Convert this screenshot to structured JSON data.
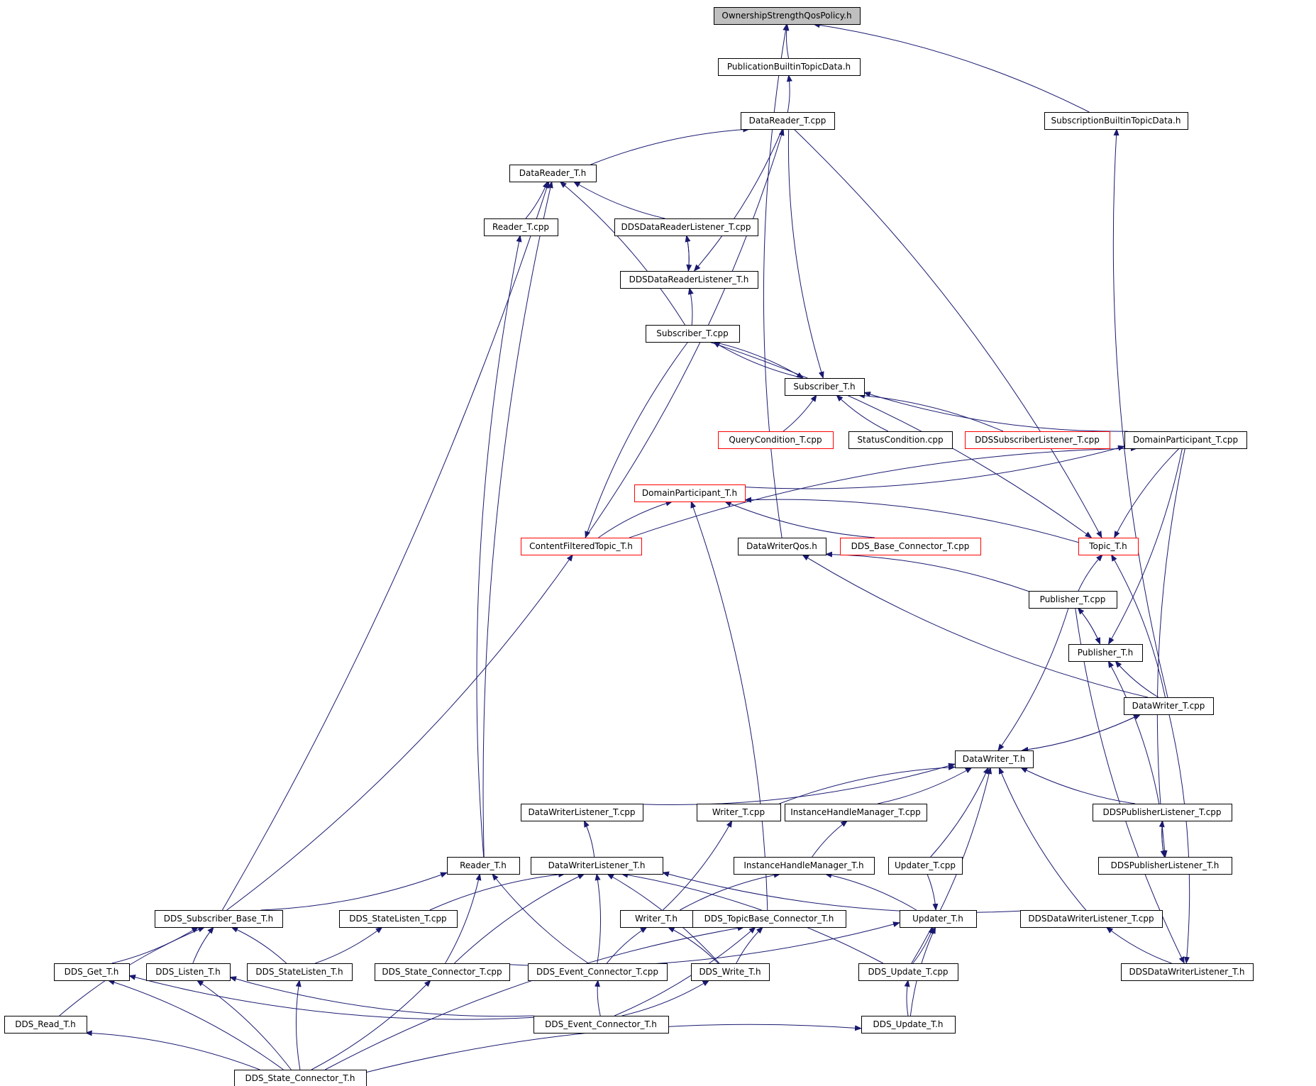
{
  "diagram": {
    "type": "include-dependency-graph",
    "colors": {
      "edge": "#191970",
      "root_fill": "#bfbfbf",
      "node_border": "#000000",
      "truncated_border": "#ff0000"
    },
    "nodes": [
      {
        "id": "oq",
        "label": "OwnershipStrengthQosPolicy.h",
        "style": "root"
      },
      {
        "id": "pb",
        "label": "PublicationBuiltinTopicData.h",
        "style": "normal"
      },
      {
        "id": "drc",
        "label": "DataReader_T.cpp",
        "style": "normal"
      },
      {
        "id": "sb",
        "label": "SubscriptionBuiltinTopicData.h",
        "style": "normal"
      },
      {
        "id": "drh",
        "label": "DataReader_T.h",
        "style": "normal"
      },
      {
        "id": "rc",
        "label": "Reader_T.cpp",
        "style": "normal"
      },
      {
        "id": "ddrlc",
        "label": "DDSDataReaderListener_T.cpp",
        "style": "normal"
      },
      {
        "id": "ddrlh",
        "label": "DDSDataReaderListener_T.h",
        "style": "normal"
      },
      {
        "id": "sc",
        "label": "Subscriber_T.cpp",
        "style": "normal"
      },
      {
        "id": "sh",
        "label": "Subscriber_T.h",
        "style": "normal"
      },
      {
        "id": "qc",
        "label": "QueryCondition_T.cpp",
        "style": "red"
      },
      {
        "id": "stc",
        "label": "StatusCondition.cpp",
        "style": "normal"
      },
      {
        "id": "dsl",
        "label": "DDSSubscriberListener_T.cpp",
        "style": "red"
      },
      {
        "id": "dpc",
        "label": "DomainParticipant_T.cpp",
        "style": "normal"
      },
      {
        "id": "dph",
        "label": "DomainParticipant_T.h",
        "style": "red"
      },
      {
        "id": "cft",
        "label": "ContentFilteredTopic_T.h",
        "style": "red"
      },
      {
        "id": "dwq",
        "label": "DataWriterQos.h",
        "style": "normal"
      },
      {
        "id": "dbc",
        "label": "DDS_Base_Connector_T.cpp",
        "style": "red"
      },
      {
        "id": "th",
        "label": "Topic_T.h",
        "style": "red"
      },
      {
        "id": "pc",
        "label": "Publisher_T.cpp",
        "style": "normal"
      },
      {
        "id": "ph",
        "label": "Publisher_T.h",
        "style": "normal"
      },
      {
        "id": "dwc",
        "label": "DataWriter_T.cpp",
        "style": "normal"
      },
      {
        "id": "dwh",
        "label": "DataWriter_T.h",
        "style": "normal"
      },
      {
        "id": "dwlc",
        "label": "DataWriterListener_T.cpp",
        "style": "normal"
      },
      {
        "id": "wc",
        "label": "Writer_T.cpp",
        "style": "normal"
      },
      {
        "id": "ihmc",
        "label": "InstanceHandleManager_T.cpp",
        "style": "normal"
      },
      {
        "id": "dplc",
        "label": "DDSPublisherListener_T.cpp",
        "style": "normal"
      },
      {
        "id": "rh",
        "label": "Reader_T.h",
        "style": "normal"
      },
      {
        "id": "dwlh",
        "label": "DataWriterListener_T.h",
        "style": "normal"
      },
      {
        "id": "ihmh",
        "label": "InstanceHandleManager_T.h",
        "style": "normal"
      },
      {
        "id": "uc",
        "label": "Updater_T.cpp",
        "style": "normal"
      },
      {
        "id": "dplh",
        "label": "DDSPublisherListener_T.h",
        "style": "normal"
      },
      {
        "id": "dsbh",
        "label": "DDS_Subscriber_Base_T.h",
        "style": "normal"
      },
      {
        "id": "dslc",
        "label": "DDS_StateListen_T.cpp",
        "style": "normal"
      },
      {
        "id": "wh",
        "label": "Writer_T.h",
        "style": "normal"
      },
      {
        "id": "dtbc",
        "label": "DDS_TopicBase_Connector_T.h",
        "style": "normal"
      },
      {
        "id": "uh",
        "label": "Updater_T.h",
        "style": "normal"
      },
      {
        "id": "ddwlc",
        "label": "DDSDataWriterListener_T.cpp",
        "style": "normal"
      },
      {
        "id": "dgh",
        "label": "DDS_Get_T.h",
        "style": "normal"
      },
      {
        "id": "dlh",
        "label": "DDS_Listen_T.h",
        "style": "normal"
      },
      {
        "id": "dslh",
        "label": "DDS_StateListen_T.h",
        "style": "normal"
      },
      {
        "id": "dscc",
        "label": "DDS_State_Connector_T.cpp",
        "style": "normal"
      },
      {
        "id": "decc",
        "label": "DDS_Event_Connector_T.cpp",
        "style": "normal"
      },
      {
        "id": "dwrh",
        "label": "DDS_Write_T.h",
        "style": "normal"
      },
      {
        "id": "duc",
        "label": "DDS_Update_T.cpp",
        "style": "normal"
      },
      {
        "id": "ddwlh",
        "label": "DDSDataWriterListener_T.h",
        "style": "normal"
      },
      {
        "id": "drdh",
        "label": "DDS_Read_T.h",
        "style": "normal"
      },
      {
        "id": "dech",
        "label": "DDS_Event_Connector_T.h",
        "style": "normal"
      },
      {
        "id": "duh",
        "label": "DDS_Update_T.h",
        "style": "normal"
      },
      {
        "id": "dsch",
        "label": "DDS_State_Connector_T.h",
        "style": "normal"
      }
    ],
    "edges": [
      [
        "pb",
        "oq"
      ],
      [
        "sb",
        "oq"
      ],
      [
        "dwq",
        "oq"
      ],
      [
        "drc",
        "pb"
      ],
      [
        "drh",
        "drc"
      ],
      [
        "cft",
        "drc"
      ],
      [
        "dwc",
        "sb"
      ],
      [
        "rc",
        "drh"
      ],
      [
        "ddrlc",
        "drh"
      ],
      [
        "sc",
        "drh"
      ],
      [
        "rh",
        "drh"
      ],
      [
        "dsbh",
        "drh"
      ],
      [
        "drc",
        "ddrlh"
      ],
      [
        "ddrlh",
        "ddrlc"
      ],
      [
        "ddrlc",
        "ddrlh"
      ],
      [
        "sc",
        "ddrlh"
      ],
      [
        "sh",
        "sc"
      ],
      [
        "drc",
        "sh"
      ],
      [
        "sc",
        "sh"
      ],
      [
        "qc",
        "sh"
      ],
      [
        "stc",
        "sh"
      ],
      [
        "dsl",
        "sh"
      ],
      [
        "dpc",
        "sh"
      ],
      [
        "dph",
        "dpc"
      ],
      [
        "cft",
        "dpc"
      ],
      [
        "dpc",
        "th"
      ],
      [
        "dpc",
        "ph"
      ],
      [
        "dpc",
        "dplh"
      ],
      [
        "drc",
        "th"
      ],
      [
        "sc",
        "cft"
      ],
      [
        "sc",
        "th"
      ],
      [
        "th",
        "dph"
      ],
      [
        "dbc",
        "dph"
      ],
      [
        "dtbc",
        "dph"
      ],
      [
        "cft",
        "dph"
      ],
      [
        "dsbh",
        "cft"
      ],
      [
        "dwc",
        "dwq"
      ],
      [
        "pc",
        "dwq"
      ],
      [
        "pc",
        "th"
      ],
      [
        "dwc",
        "th"
      ],
      [
        "pc",
        "ph"
      ],
      [
        "ph",
        "pc"
      ],
      [
        "pc",
        "dwh"
      ],
      [
        "pc",
        "ddwlh"
      ],
      [
        "dwc",
        "ph"
      ],
      [
        "dplc",
        "ph"
      ],
      [
        "dwc",
        "dwh"
      ],
      [
        "dwh",
        "dwc"
      ],
      [
        "dwc",
        "ddwlh"
      ],
      [
        "dwlc",
        "dwh"
      ],
      [
        "wc",
        "dwh"
      ],
      [
        "ihmc",
        "dwh"
      ],
      [
        "dplc",
        "dwh"
      ],
      [
        "uc",
        "dwh"
      ],
      [
        "ddwlc",
        "dwh"
      ],
      [
        "duc",
        "dwh"
      ],
      [
        "dplh",
        "dplc"
      ],
      [
        "dplc",
        "dplh"
      ],
      [
        "rh",
        "rc"
      ],
      [
        "dwlh",
        "dwlc"
      ],
      [
        "ihmh",
        "ihmc"
      ],
      [
        "wh",
        "wc"
      ],
      [
        "uc",
        "uh"
      ],
      [
        "duc",
        "uh"
      ],
      [
        "duh",
        "uh"
      ],
      [
        "dsbh",
        "rh"
      ],
      [
        "decc",
        "rh"
      ],
      [
        "dscc",
        "rh"
      ],
      [
        "dslc",
        "dwlh"
      ],
      [
        "decc",
        "dwlh"
      ],
      [
        "dscc",
        "dwlh"
      ],
      [
        "dwrh",
        "dwlh"
      ],
      [
        "ddwlc",
        "dwlh"
      ],
      [
        "duc",
        "dwlh"
      ],
      [
        "wh",
        "ihmh"
      ],
      [
        "uh",
        "ihmh"
      ],
      [
        "ddwlh",
        "ddwlc"
      ],
      [
        "dgh",
        "dsbh"
      ],
      [
        "dlh",
        "dsbh"
      ],
      [
        "dslh",
        "dsbh"
      ],
      [
        "drdh",
        "dsbh"
      ],
      [
        "dslh",
        "dslc"
      ],
      [
        "decc",
        "wh"
      ],
      [
        "dwrh",
        "wh"
      ],
      [
        "dwrh",
        "dtbc"
      ],
      [
        "dech",
        "dtbc"
      ],
      [
        "dsch",
        "dtbc"
      ],
      [
        "dscc",
        "uh"
      ],
      [
        "dech",
        "dgh"
      ],
      [
        "dsch",
        "dgh"
      ],
      [
        "dech",
        "dlh"
      ],
      [
        "dsch",
        "dlh"
      ],
      [
        "dsch",
        "dslh"
      ],
      [
        "dsch",
        "dscc"
      ],
      [
        "dech",
        "decc"
      ],
      [
        "dech",
        "dwrh"
      ],
      [
        "duh",
        "duc"
      ],
      [
        "dsch",
        "drdh"
      ],
      [
        "dsch",
        "duh"
      ]
    ]
  }
}
